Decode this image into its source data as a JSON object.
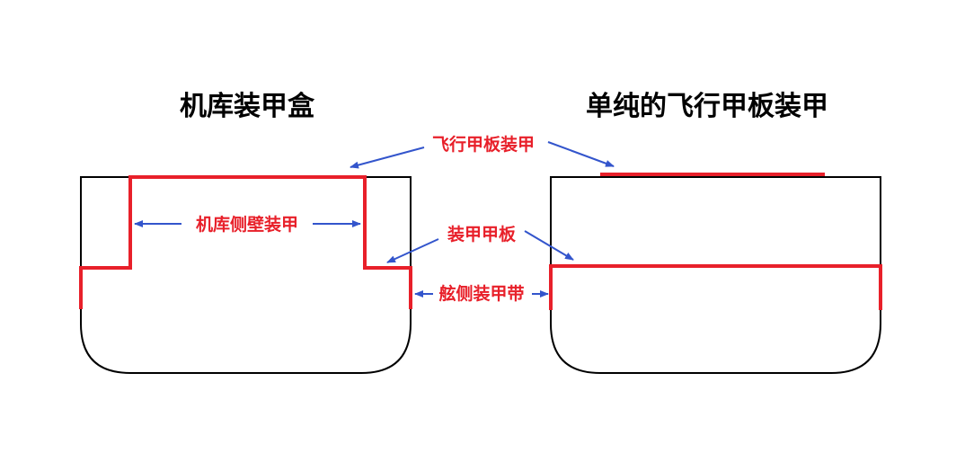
{
  "titles": {
    "left": "机库装甲盒",
    "right": "单纯的飞行甲板装甲"
  },
  "labels": {
    "flight_deck_armor": "飞行甲板装甲",
    "hangar_side_armor": "机库侧壁装甲",
    "armor_deck": "装甲甲板",
    "belt_armor": "舷侧装甲带"
  },
  "colors": {
    "armor": "#e8202a",
    "arrow": "#3355cc",
    "label": "#e8202a",
    "outline": "#000000"
  }
}
